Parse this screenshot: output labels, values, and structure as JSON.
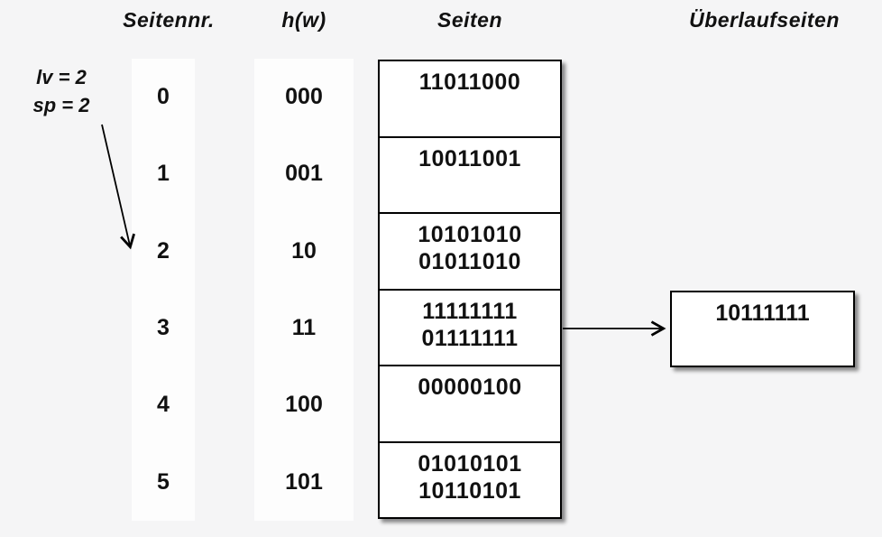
{
  "diagram": {
    "title_row": {
      "seitennr": "Seitennr.",
      "hw": "h(w)",
      "seiten": "Seiten",
      "ueberlaufseiten": "Überlaufseiten"
    },
    "annotation": {
      "line1": "lv = 2",
      "line2": "sp = 2",
      "points_to_page": "2"
    },
    "page_numbers": [
      "0",
      "1",
      "2",
      "3",
      "4",
      "5"
    ],
    "hash_values": [
      "000",
      "001",
      "10",
      "11",
      "100",
      "101"
    ],
    "pages": [
      {
        "lines": [
          "11011000"
        ]
      },
      {
        "lines": [
          "10011001"
        ]
      },
      {
        "lines": [
          "10101010",
          "01011010"
        ]
      },
      {
        "lines": [
          "11111111",
          "01111111"
        ]
      },
      {
        "lines": [
          "00000100"
        ]
      },
      {
        "lines": [
          "01010101",
          "10110101"
        ]
      }
    ],
    "overflow": {
      "from_page_number": "3",
      "lines": [
        "10111111"
      ]
    },
    "colors": {
      "background": "#f5f5f6",
      "strip": "#fdfdfd",
      "box_fill": "#ffffff",
      "stroke": "#000000"
    }
  }
}
